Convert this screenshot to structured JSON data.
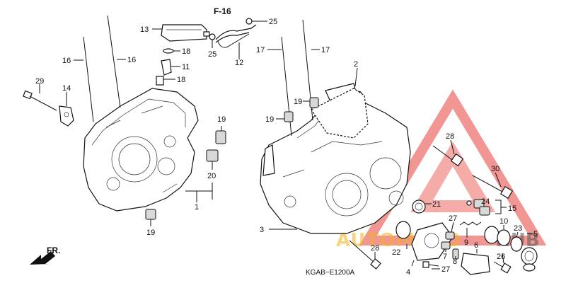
{
  "diagram": {
    "reference": "F-16",
    "code": "KGAB−E1200A",
    "direction_label": "FR.",
    "watermark": {
      "word1": "AUTO",
      "word2": "MOTO",
      "word3": "HUB",
      "accent": "#e8423c",
      "yellow": "#f2b21b"
    },
    "callouts": [
      {
        "id": "c1",
        "text": "1"
      },
      {
        "id": "c2",
        "text": "2"
      },
      {
        "id": "c3",
        "text": "3"
      },
      {
        "id": "c4",
        "text": "4"
      },
      {
        "id": "c5",
        "text": "5"
      },
      {
        "id": "c6",
        "text": "6"
      },
      {
        "id": "c7",
        "text": "7"
      },
      {
        "id": "c8",
        "text": "8"
      },
      {
        "id": "c9",
        "text": "9"
      },
      {
        "id": "c10",
        "text": "10"
      },
      {
        "id": "c11",
        "text": "11"
      },
      {
        "id": "c12",
        "text": "12"
      },
      {
        "id": "c13",
        "text": "13"
      },
      {
        "id": "c14",
        "text": "14"
      },
      {
        "id": "c15",
        "text": "15"
      },
      {
        "id": "c16a",
        "text": "16"
      },
      {
        "id": "c16b",
        "text": "16"
      },
      {
        "id": "c17a",
        "text": "17"
      },
      {
        "id": "c17b",
        "text": "17"
      },
      {
        "id": "c18a",
        "text": "18"
      },
      {
        "id": "c18b",
        "text": "18"
      },
      {
        "id": "c19a",
        "text": "19"
      },
      {
        "id": "c19b",
        "text": "19"
      },
      {
        "id": "c19c",
        "text": "19"
      },
      {
        "id": "c19d",
        "text": "19"
      },
      {
        "id": "c20",
        "text": "20"
      },
      {
        "id": "c21",
        "text": "21"
      },
      {
        "id": "c22",
        "text": "22"
      },
      {
        "id": "c23",
        "text": "23"
      },
      {
        "id": "c24",
        "text": "24"
      },
      {
        "id": "c25a",
        "text": "25"
      },
      {
        "id": "c25b",
        "text": "25"
      },
      {
        "id": "c26",
        "text": "26"
      },
      {
        "id": "c27a",
        "text": "27"
      },
      {
        "id": "c27b",
        "text": "27"
      },
      {
        "id": "c28a",
        "text": "28"
      },
      {
        "id": "c28b",
        "text": "28"
      },
      {
        "id": "c29",
        "text": "29"
      },
      {
        "id": "c30",
        "text": "30"
      }
    ]
  }
}
